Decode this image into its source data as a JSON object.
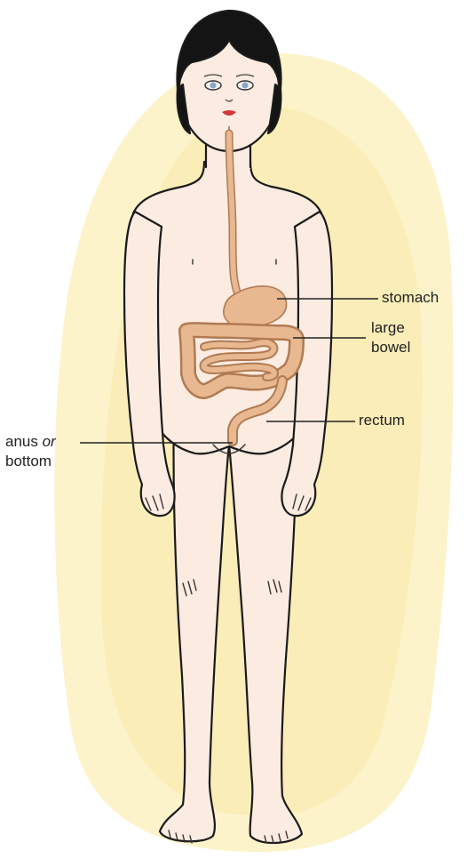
{
  "labels": {
    "stomach": "stomach",
    "large_bowel_line1": "large",
    "large_bowel_line2": "bowel",
    "rectum": "rectum",
    "anus_prefix": "anus ",
    "anus_or": "or",
    "anus_line2": "bottom"
  },
  "colors": {
    "skin": "#fcebe0",
    "outline": "#1a1a1a",
    "hair": "#141414",
    "organ_fill": "#e8b890",
    "organ_stroke": "#b07a52",
    "background_wash": "#fbefb8",
    "leader_line": "#222222"
  }
}
